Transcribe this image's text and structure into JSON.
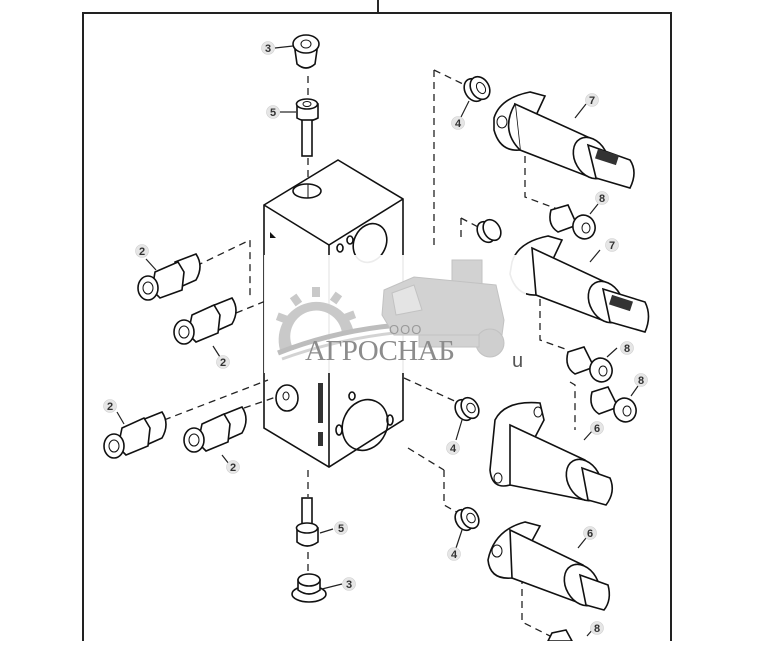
{
  "diagram": {
    "type": "exploded-parts-view",
    "subject": "hydraulic valve block assembly",
    "frame_color": "#111111",
    "callout_badge_color": "#e6e6e6"
  },
  "callouts": [
    {
      "id": "c3-top",
      "label": "3",
      "part": "plug (top)"
    },
    {
      "id": "c5-top",
      "label": "5",
      "part": "cap screw (top)"
    },
    {
      "id": "c2-a",
      "label": "2",
      "part": "fitting"
    },
    {
      "id": "c2-b",
      "label": "2",
      "part": "fitting"
    },
    {
      "id": "c2-c",
      "label": "2",
      "part": "fitting"
    },
    {
      "id": "c2-d",
      "label": "2",
      "part": "fitting"
    },
    {
      "id": "c4-a",
      "label": "4",
      "part": "o-ring / seal"
    },
    {
      "id": "c4-b",
      "label": "4",
      "part": "o-ring / seal"
    },
    {
      "id": "c4-c",
      "label": "4",
      "part": "o-ring / seal"
    },
    {
      "id": "c7-a",
      "label": "7",
      "part": "solenoid valve"
    },
    {
      "id": "c7-b",
      "label": "7",
      "part": "solenoid valve"
    },
    {
      "id": "c6-a",
      "label": "6",
      "part": "solenoid valve (flanged)"
    },
    {
      "id": "c6-b",
      "label": "6",
      "part": "solenoid valve"
    },
    {
      "id": "c8-a",
      "label": "8",
      "part": "cap screw"
    },
    {
      "id": "c8-b",
      "label": "8",
      "part": "cap screw"
    },
    {
      "id": "c8-c",
      "label": "8",
      "part": "cap screw"
    },
    {
      "id": "c8-d",
      "label": "8",
      "part": "cap screw"
    },
    {
      "id": "c5-bottom",
      "label": "5",
      "part": "cap screw (bottom)"
    },
    {
      "id": "c3-bottom",
      "label": "3",
      "part": "plug (bottom)"
    }
  ],
  "watermark": {
    "prefix": "ООО",
    "name": "АГРОСНАБ",
    "suffix": "u",
    "color": "#8c8c8c"
  }
}
